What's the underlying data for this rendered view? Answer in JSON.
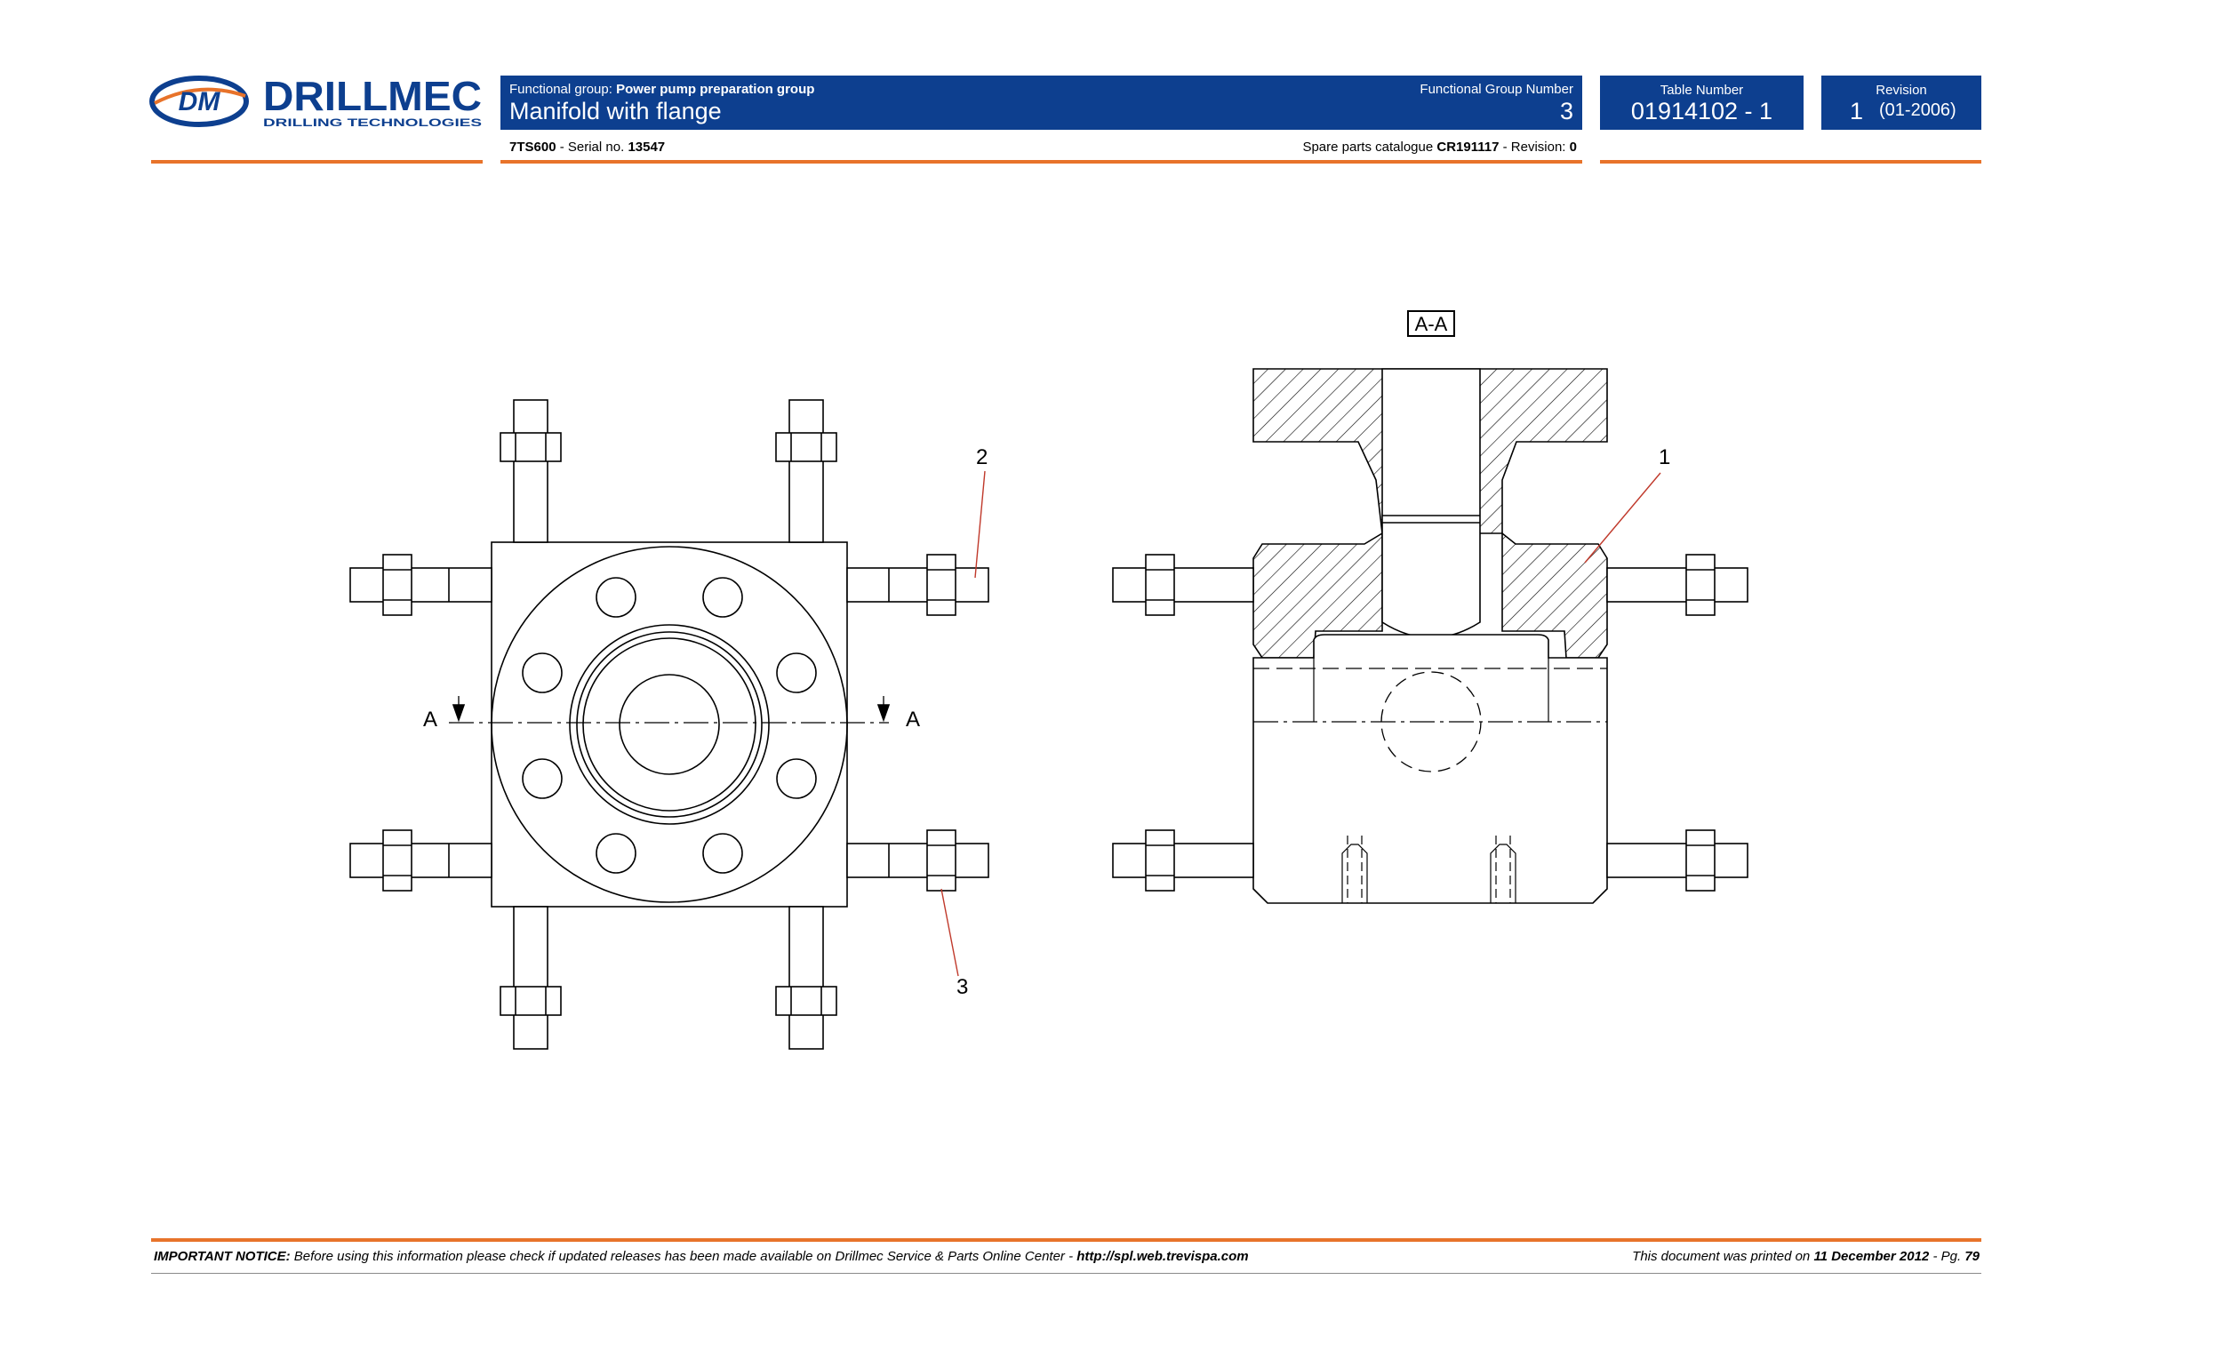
{
  "logo": {
    "mark": "DM",
    "brand": "DRILLMEC",
    "tagline": "DRILLING TECHNOLOGIES"
  },
  "header": {
    "group_prefix": "Functional group:",
    "group_name": "Power pump preparation group",
    "title": "Manifold with flange",
    "fgn_label": "Functional Group Number",
    "fgn_value": "3",
    "table_label": "Table Number",
    "table_value": "01914102 - 1",
    "revision_label": "Revision",
    "revision_number": "1",
    "revision_date": "(01-2006)"
  },
  "subheader": {
    "model": "7TS600",
    "serial_prefix": "- Serial no.",
    "serial_value": "13547",
    "catalogue_prefix": "Spare parts catalogue",
    "catalogue_value": "CR191117",
    "catalogue_rev_prefix": "- Revision:",
    "catalogue_rev_value": "0"
  },
  "drawing": {
    "section_label": "A-A",
    "cut_left": "A",
    "cut_right": "A",
    "callouts": [
      "1",
      "2",
      "3"
    ]
  },
  "footer": {
    "notice_label": "IMPORTANT NOTICE:",
    "notice_text": "Before using this information please check if updated releases has been made available on Drillmec Service & Parts Online Center -",
    "notice_url": "http://spl.web.trevispa.com",
    "printed_prefix": "This document was printed on",
    "printed_date": "11 December 2012",
    "page_prefix": "- Pg.",
    "page_number": "79"
  },
  "colors": {
    "header_blue": "#0d3f8f",
    "rule_orange": "#e8732a",
    "callout_red": "#c0392b"
  }
}
